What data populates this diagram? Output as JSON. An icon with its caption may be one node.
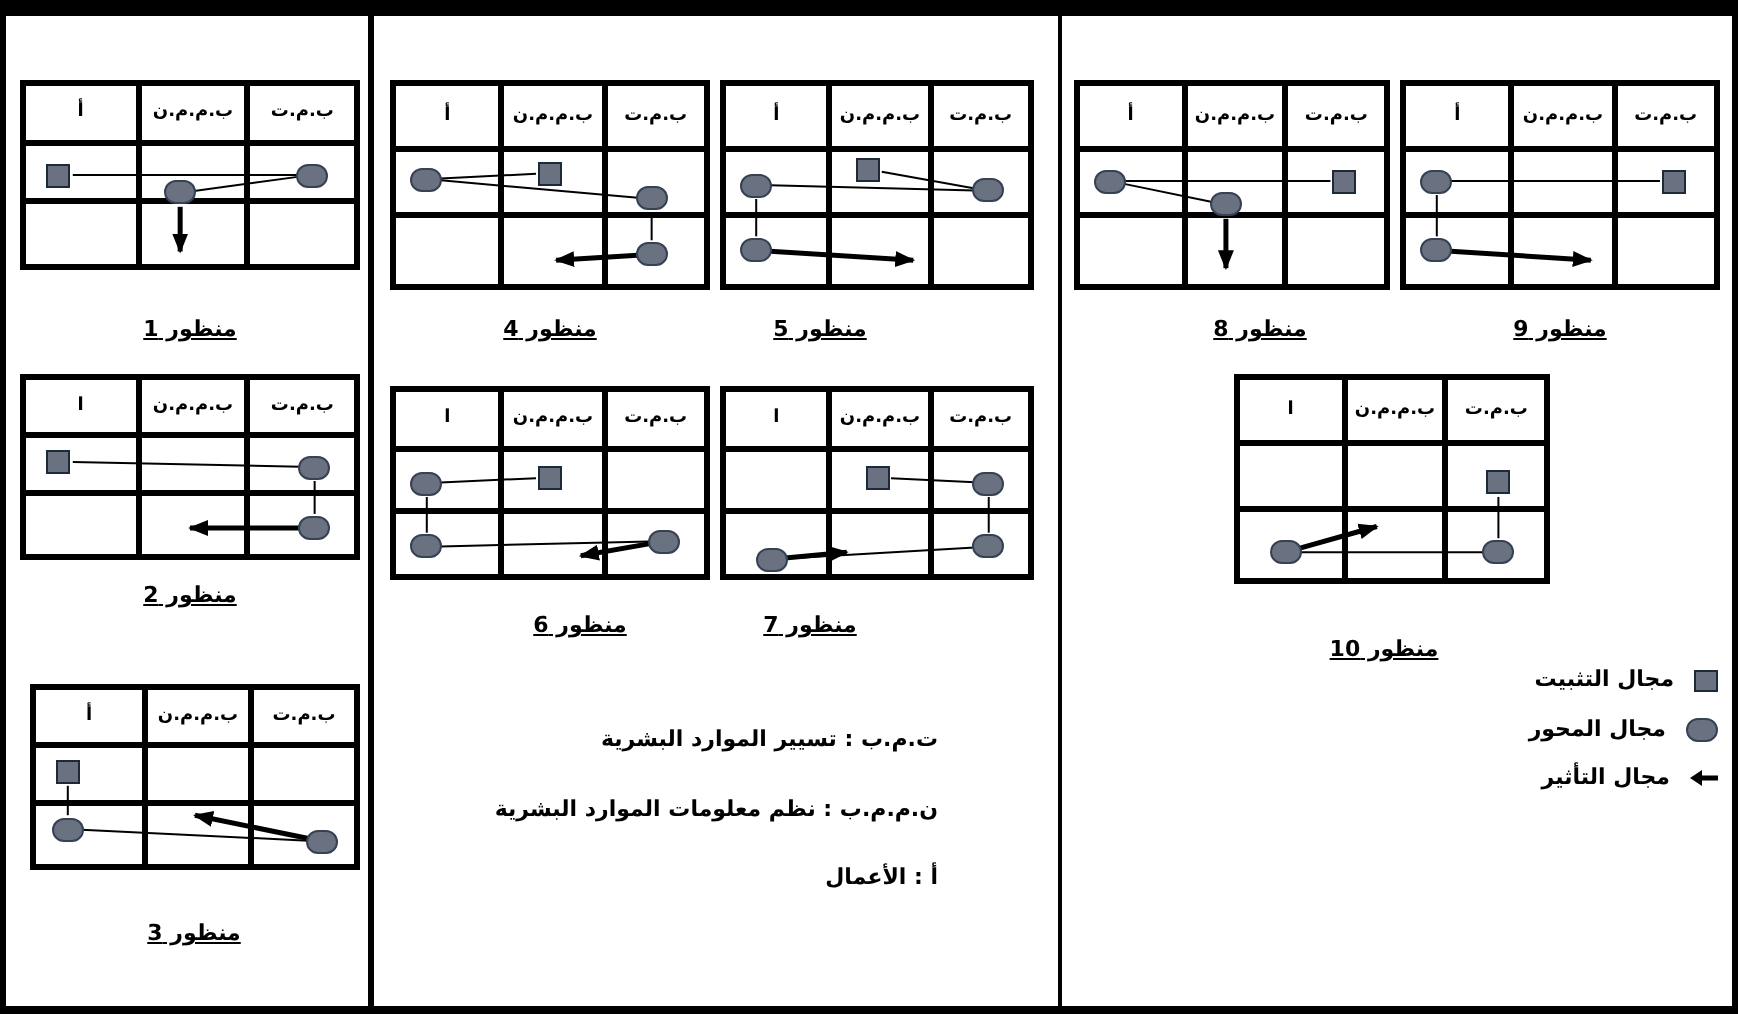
{
  "diagram": {
    "nodes": [
      {
        "text": [
          "ت.م.ب",
          "ن.م.م.ب",
          "أ"
        ],
        "beside": [
          "منظور 1"
        ]
      },
      {
        "text": [],
        "shape": "box",
        "in": 0
      },
      {
        "text": [],
        "shape": "circle",
        "in": 0
      },
      {
        "text": [],
        "shape": "circle",
        "in": 0
      },
      {
        "text": [
          "ت.م.ب",
          "ن.م.م.ب",
          "ا"
        ],
        "beside": [
          "منظور 2"
        ]
      },
      {
        "text": [],
        "shape": "box",
        "in": 4
      },
      {
        "text": [],
        "shape": "circle",
        "in": 4
      },
      {
        "text": [],
        "shape": "circle",
        "in": 4
      },
      {
        "text": [
          "ت.م.ب",
          "ن.م.م.ب",
          "أ"
        ],
        "beside": [
          "منظور 3"
        ]
      },
      {
        "text": [],
        "shape": "box",
        "in": 8
      },
      {
        "text": [],
        "shape": "circle",
        "in": 8
      },
      {
        "text": [],
        "shape": "circle",
        "in": 8
      },
      {
        "text": [
          "ت.م.ب",
          "ن.م.م.ب",
          "أ"
        ],
        "beside": [
          "منظور 4"
        ]
      },
      {
        "text": [],
        "shape": "circle",
        "in": 12
      },
      {
        "text": [],
        "shape": "box",
        "in": 12
      },
      {
        "text": [],
        "shape": "circle",
        "in": 12
      },
      {
        "text": [],
        "shape": "circle",
        "in": 12
      },
      {
        "text": [
          "ت.م.ب",
          "ن.م.م.ب",
          "أ"
        ],
        "beside": [
          "منظور 5"
        ]
      },
      {
        "text": [],
        "shape": "box",
        "in": 17
      },
      {
        "text": [],
        "shape": "circle",
        "in": 17
      },
      {
        "text": [],
        "shape": "circle",
        "in": 17
      },
      {
        "text": [],
        "shape": "circle",
        "in": 17
      },
      {
        "text": [
          "ت.م.ب",
          "ن.م.م.ب",
          "ا"
        ],
        "beside": [
          "منظور 6"
        ]
      },
      {
        "text": [],
        "shape": "circle",
        "in": 22
      },
      {
        "text": [],
        "shape": "box",
        "in": 22
      },
      {
        "text": [],
        "shape": "circle",
        "in": 22
      },
      {
        "text": [],
        "shape": "circle",
        "in": 22
      },
      {
        "text": [
          "ت.م.ب",
          "ن.م.م.ب",
          "ا"
        ],
        "beside": [
          "منظور 7"
        ]
      },
      {
        "text": [],
        "shape": "box",
        "in": 27
      },
      {
        "text": [],
        "shape": "circle",
        "in": 27
      },
      {
        "text": [],
        "shape": "circle",
        "in": 27
      },
      {
        "text": [],
        "shape": "circle",
        "in": 27
      },
      {
        "text": [
          "ت.م.ب",
          "ن.م.م.ب",
          "أ"
        ],
        "beside": [
          "منظور 8"
        ]
      },
      {
        "text": [],
        "shape": "circle",
        "in": 32
      },
      {
        "text": [],
        "shape": "box",
        "in": 32
      },
      {
        "text": [],
        "shape": "circle",
        "in": 32
      },
      {
        "text": [
          "ت.م.ب",
          "ن.م.م.ب",
          "أ"
        ],
        "beside": [
          "منظور 9"
        ]
      },
      {
        "text": [],
        "shape": "circle",
        "in": 36
      },
      {
        "text": [],
        "shape": "box",
        "in": 36
      },
      {
        "text": [],
        "shape": "circle",
        "in": 36
      },
      {
        "text": [
          "ت.م.ب",
          "ن.م.م.ب",
          "ا"
        ],
        "beside": [
          "منظور 10"
        ]
      },
      {
        "text": [],
        "shape": "box",
        "in": 40
      },
      {
        "text": [],
        "shape": "circle",
        "in": 40
      },
      {
        "text": [],
        "shape": "circle",
        "in": 40
      }
    ],
    "edges": [
      {
        "from": 1,
        "to": 3,
        "arrow": "none"
      },
      {
        "from": 3,
        "to": 2,
        "arrow": "none"
      },
      {
        "from": 2,
        "to": null,
        "arrow": "to",
        "style": "thick"
      },
      {
        "from": 5,
        "to": 6,
        "arrow": "none"
      },
      {
        "from": 6,
        "to": 7,
        "arrow": "none"
      },
      {
        "from": 7,
        "to": null,
        "arrow": "to",
        "style": "thick"
      },
      {
        "from": 9,
        "to": 10,
        "arrow": "none"
      },
      {
        "from": 10,
        "to": 11,
        "arrow": "none"
      },
      {
        "from": 11,
        "to": null,
        "arrow": "to",
        "style": "thick"
      },
      {
        "from": 13,
        "to": 14,
        "arrow": "none"
      },
      {
        "from": 13,
        "to": 15,
        "arrow": "none"
      },
      {
        "from": 15,
        "to": 16,
        "arrow": "none"
      },
      {
        "from": 16,
        "to": null,
        "arrow": "to",
        "style": "thick"
      },
      {
        "from": 18,
        "to": 19,
        "arrow": "none"
      },
      {
        "from": 19,
        "to": 20,
        "arrow": "none"
      },
      {
        "from": 20,
        "to": 21,
        "arrow": "none"
      },
      {
        "from": 21,
        "to": null,
        "arrow": "to",
        "style": "thick"
      },
      {
        "from": 24,
        "to": 23,
        "arrow": "none"
      },
      {
        "from": 23,
        "to": 25,
        "arrow": "none"
      },
      {
        "from": 25,
        "to": 26,
        "arrow": "none"
      },
      {
        "from": 26,
        "to": null,
        "arrow": "to",
        "style": "thick"
      },
      {
        "from": 28,
        "to": 29,
        "arrow": "none"
      },
      {
        "from": 29,
        "to": 30,
        "arrow": "none"
      },
      {
        "from": 30,
        "to": 31,
        "arrow": "none"
      },
      {
        "from": 31,
        "to": null,
        "arrow": "to",
        "style": "thick"
      },
      {
        "from": 34,
        "to": 33,
        "arrow": "none"
      },
      {
        "from": 33,
        "to": 35,
        "arrow": "none"
      },
      {
        "from": 35,
        "to": null,
        "arrow": "to",
        "style": "thick"
      },
      {
        "from": 38,
        "to": 37,
        "arrow": "none"
      },
      {
        "from": 37,
        "to": 39,
        "arrow": "none"
      },
      {
        "from": 39,
        "to": null,
        "arrow": "to",
        "style": "thick"
      },
      {
        "from": 41,
        "to": 42,
        "arrow": "none"
      },
      {
        "from": 42,
        "to": 43,
        "arrow": "none"
      },
      {
        "from": 43,
        "to": null,
        "arrow": "to",
        "style": "thick"
      }
    ],
    "labels": [
      "ت.م.ب : تسيير الموارد البشرية",
      "ن.م.م.ب : نظم معلومات الموارد البشرية",
      "أ : الأعمال"
    ],
    "legend": [
      {
        "text": "مجال التثبيت"
      },
      {
        "text": "مجال المحور"
      },
      {
        "text": "مجال التأثير"
      }
    ]
  }
}
